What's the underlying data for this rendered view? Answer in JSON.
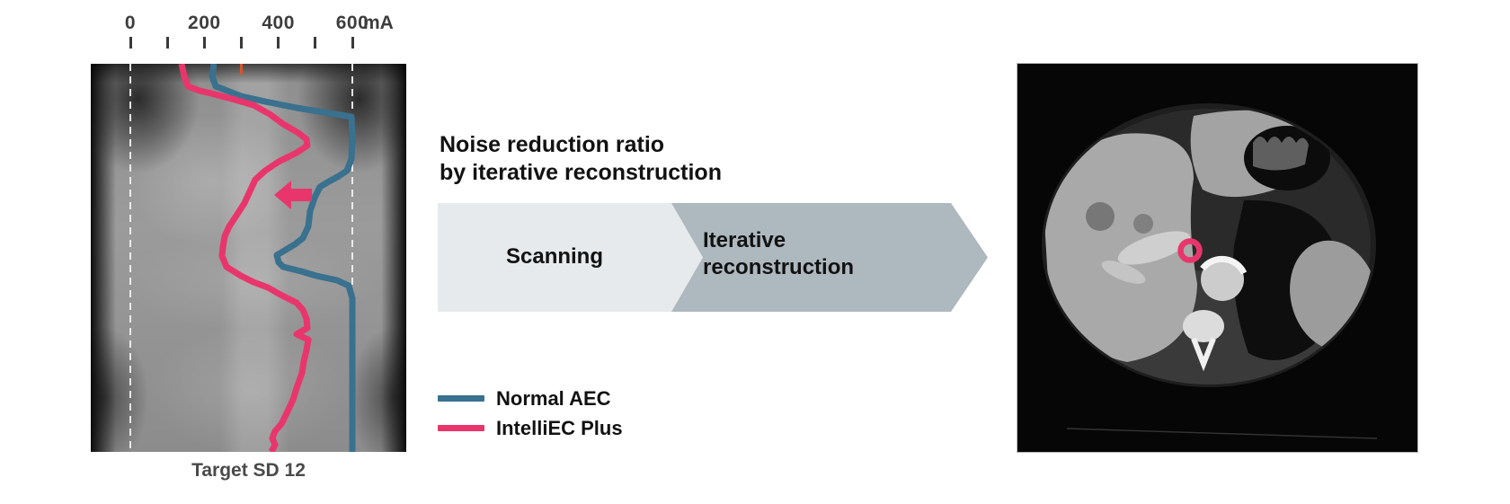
{
  "palette": {
    "teal": "#39718E",
    "pink": "#E8366D",
    "light_box": "#E7EAEC",
    "dark_box": "#AEB8BF",
    "orange_marker": "#D75428",
    "text_dark": "#121212",
    "axis_text": "#3D3D3D"
  },
  "left_panel": {
    "axis": {
      "unit_label": "mA",
      "min": 0,
      "max": 600,
      "minor_step": 100,
      "labeled_values": [
        0,
        200,
        400,
        600
      ],
      "labels": [
        "0",
        "200",
        "400",
        "600"
      ],
      "guide_values": [
        0,
        600
      ],
      "orange_marker_value": 300
    },
    "image_alt": "ct-scout-scanogram-abdomen",
    "caption": "Target SD 12",
    "curves": [
      {
        "name": "Normal AEC",
        "color_key": "teal",
        "points": [
          [
            137,
            0
          ],
          [
            135,
            14
          ],
          [
            139,
            25
          ],
          [
            167,
            36
          ],
          [
            194,
            42
          ],
          [
            229,
            49
          ],
          [
            259,
            54
          ],
          [
            290,
            59
          ],
          [
            291,
            79
          ],
          [
            290,
            106
          ],
          [
            285,
            119
          ],
          [
            276,
            125
          ],
          [
            265,
            131
          ],
          [
            255,
            137
          ],
          [
            249,
            149
          ],
          [
            244,
            164
          ],
          [
            242,
            181
          ],
          [
            236,
            194
          ],
          [
            227,
            201
          ],
          [
            217,
            207
          ],
          [
            207,
            213
          ],
          [
            209,
            221
          ],
          [
            214,
            226
          ],
          [
            234,
            231
          ],
          [
            251,
            236
          ],
          [
            274,
            241
          ],
          [
            287,
            247
          ],
          [
            291,
            261
          ],
          [
            291,
            432
          ]
        ]
      },
      {
        "name": "IntelliEC Plus",
        "color_key": "pink",
        "points": [
          [
            101,
            0
          ],
          [
            104,
            14
          ],
          [
            108,
            25
          ],
          [
            121,
            30
          ],
          [
            134,
            33
          ],
          [
            157,
            39
          ],
          [
            181,
            46
          ],
          [
            199,
            56
          ],
          [
            214,
            67
          ],
          [
            231,
            77
          ],
          [
            240,
            84
          ],
          [
            241,
            91
          ],
          [
            229,
            99
          ],
          [
            209,
            109
          ],
          [
            194,
            119
          ],
          [
            183,
            129
          ],
          [
            177,
            142
          ],
          [
            171,
            155
          ],
          [
            162,
            169
          ],
          [
            154,
            181
          ],
          [
            149,
            192
          ],
          [
            147,
            204
          ],
          [
            146,
            214
          ],
          [
            151,
            226
          ],
          [
            167,
            236
          ],
          [
            181,
            243
          ],
          [
            197,
            249
          ],
          [
            211,
            257
          ],
          [
            229,
            266
          ],
          [
            236,
            274
          ],
          [
            240,
            284
          ],
          [
            241,
            294
          ],
          [
            229,
            301
          ],
          [
            242,
            307
          ],
          [
            240,
            319
          ],
          [
            237,
            331
          ],
          [
            235,
            344
          ],
          [
            229,
            361
          ],
          [
            225,
            374
          ],
          [
            217,
            391
          ],
          [
            212,
            401
          ],
          [
            205,
            409
          ],
          [
            202,
            417
          ],
          [
            205,
            424
          ],
          [
            201,
            432
          ]
        ]
      }
    ],
    "arrow_annotation": "dose-reduction-arrow"
  },
  "center_panel": {
    "title_line1": "Noise reduction ratio",
    "title_line2": "by iterative reconstruction",
    "flow_steps": [
      {
        "label": "Scanning"
      },
      {
        "label_line1": "Iterative",
        "label_line2": "reconstruction"
      }
    ],
    "legend": [
      {
        "label": "Normal AEC",
        "color_key": "teal"
      },
      {
        "label": "IntelliEC Plus",
        "color_key": "pink"
      }
    ]
  },
  "right_panel": {
    "image_alt": "axial-ct-slice-abdomen",
    "annotation": "roi-circle"
  }
}
